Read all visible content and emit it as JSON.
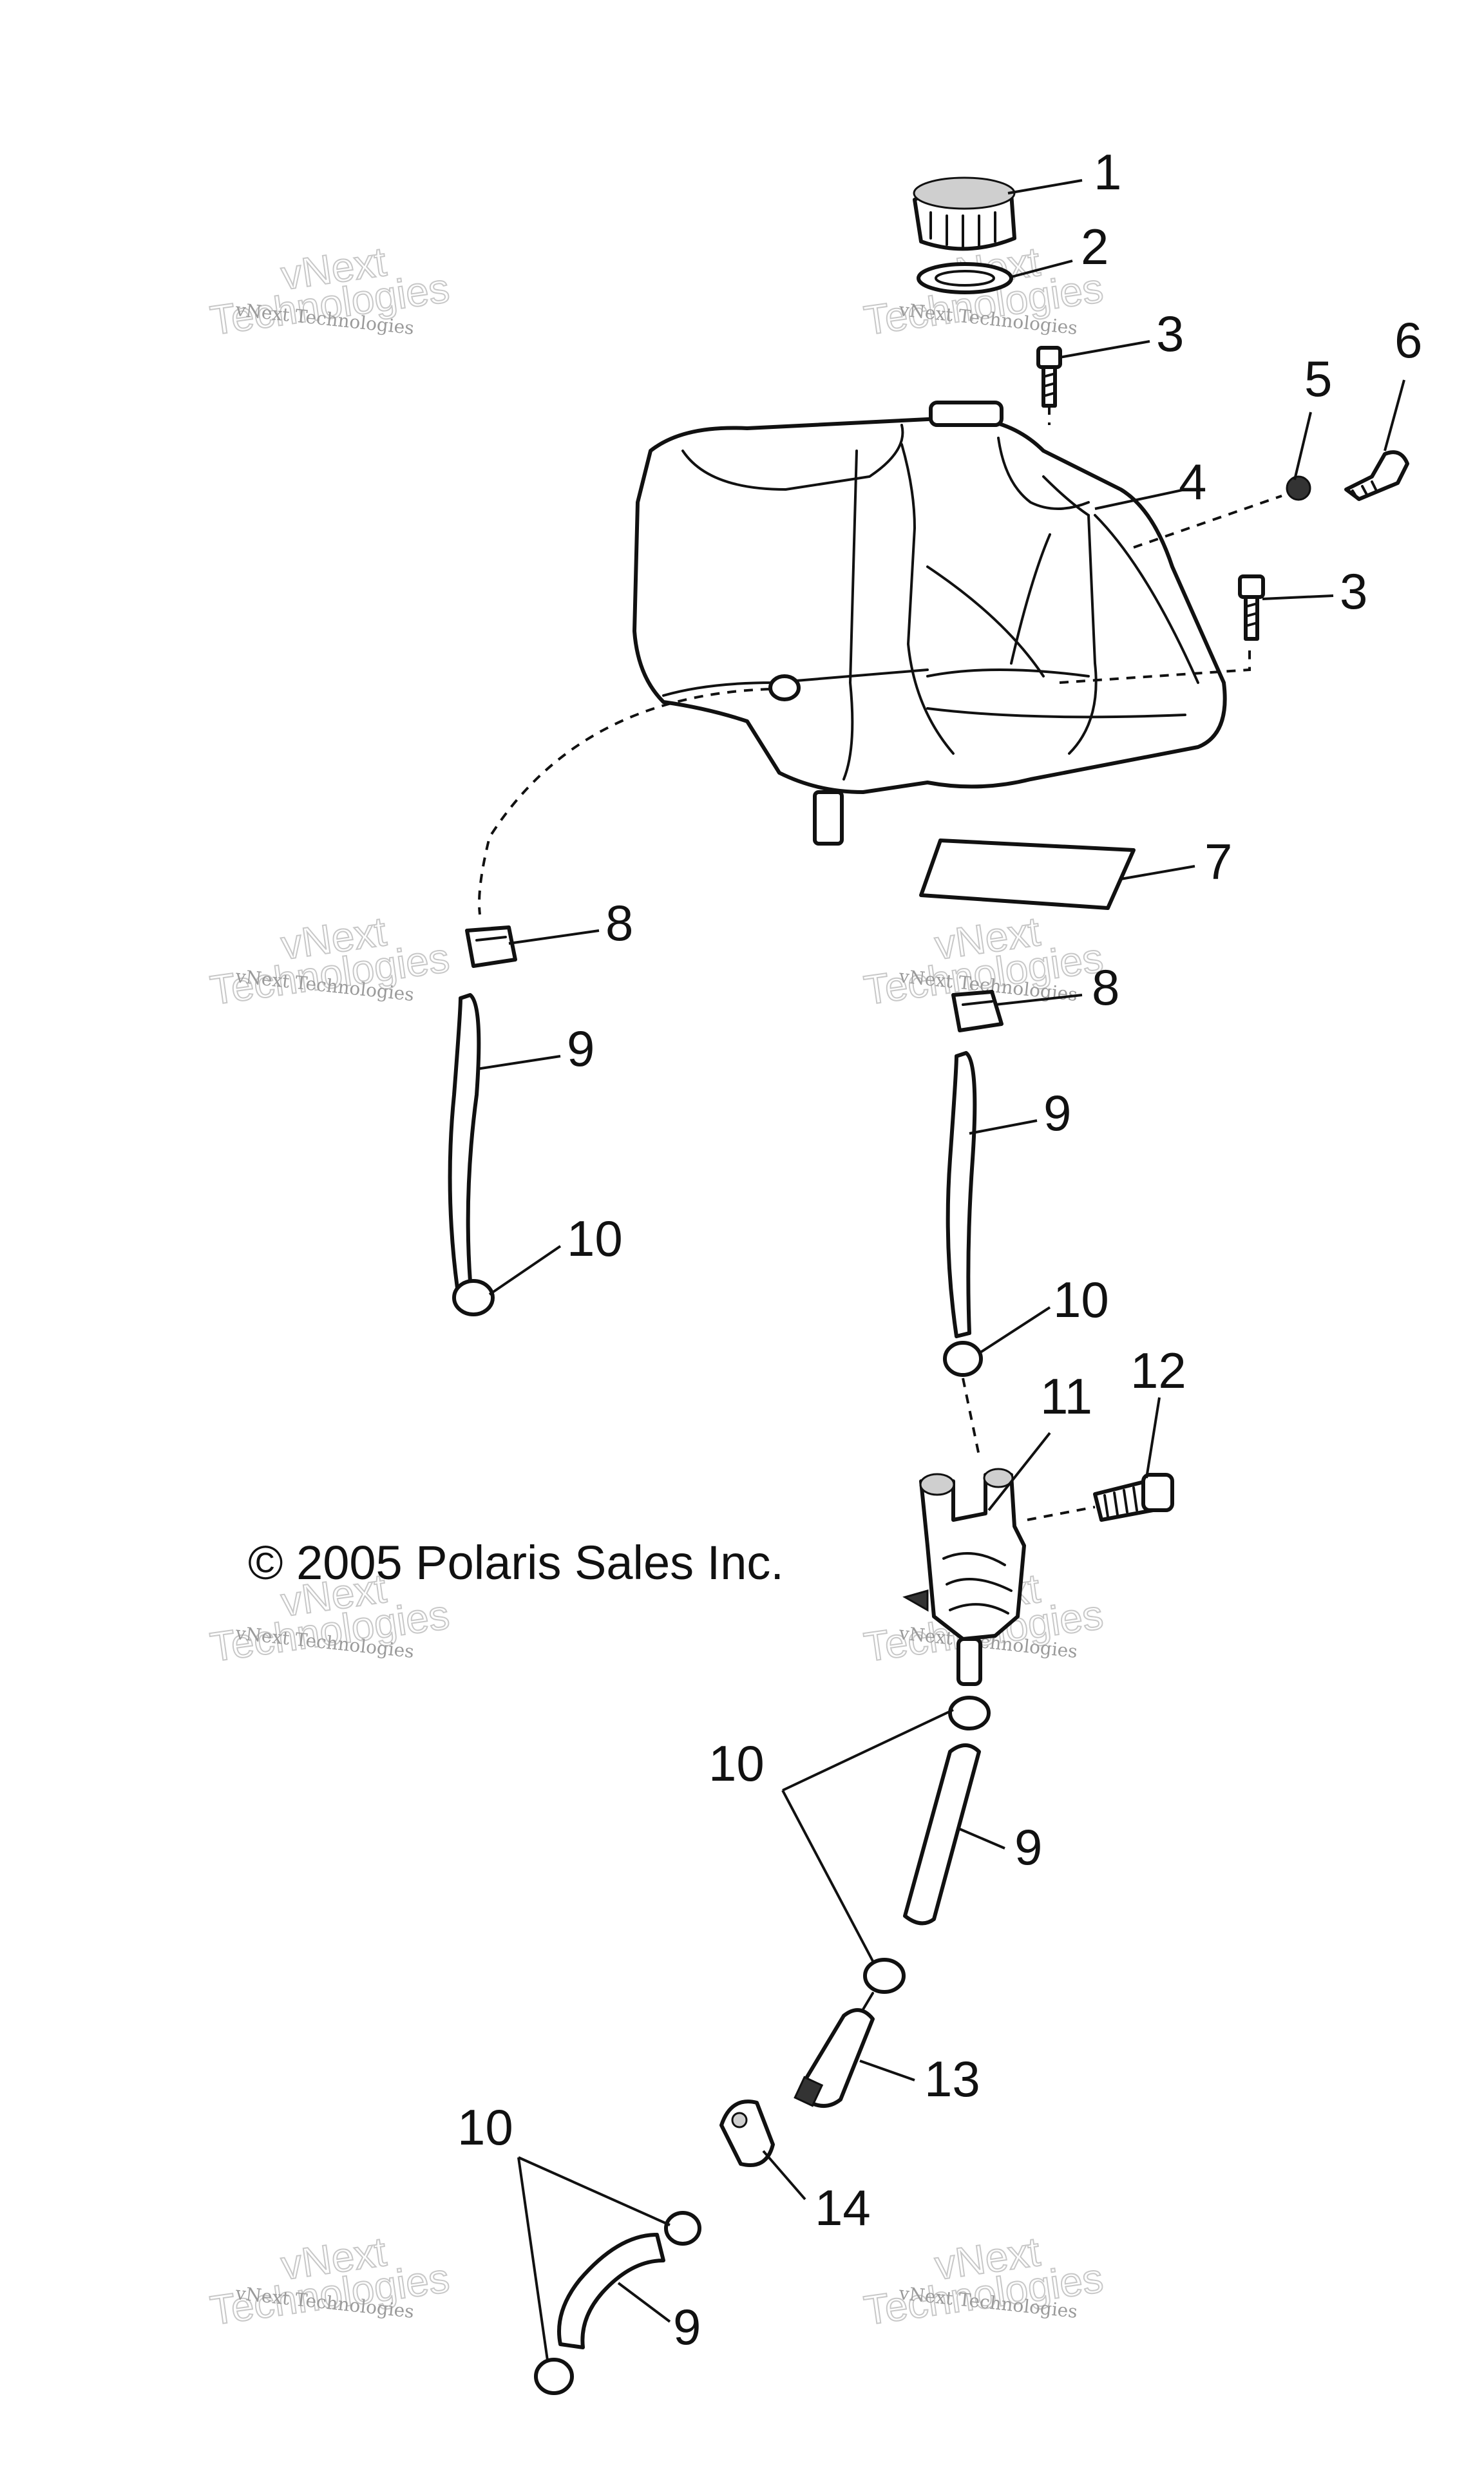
{
  "copyright": "© 2005 Polaris Sales Inc.",
  "watermark": {
    "line1": "vNext Technologies",
    "line2": "vNext",
    "line3": "Technologies"
  },
  "callouts": [
    {
      "id": "c1",
      "text": "1"
    },
    {
      "id": "c2",
      "text": "2"
    },
    {
      "id": "c3a",
      "text": "3"
    },
    {
      "id": "c3b",
      "text": "3"
    },
    {
      "id": "c4",
      "text": "4"
    },
    {
      "id": "c5",
      "text": "5"
    },
    {
      "id": "c6",
      "text": "6"
    },
    {
      "id": "c7",
      "text": "7"
    },
    {
      "id": "c8a",
      "text": "8"
    },
    {
      "id": "c8b",
      "text": "8"
    },
    {
      "id": "c9a",
      "text": "9"
    },
    {
      "id": "c9b",
      "text": "9"
    },
    {
      "id": "c9c",
      "text": "9"
    },
    {
      "id": "c9d",
      "text": "9"
    },
    {
      "id": "c10a",
      "text": "10"
    },
    {
      "id": "c10b",
      "text": "10"
    },
    {
      "id": "c10c",
      "text": "10"
    },
    {
      "id": "c10d",
      "text": "10"
    },
    {
      "id": "c11",
      "text": "11"
    },
    {
      "id": "c12",
      "text": "12"
    },
    {
      "id": "c13",
      "text": "13"
    },
    {
      "id": "c14",
      "text": "14"
    }
  ]
}
